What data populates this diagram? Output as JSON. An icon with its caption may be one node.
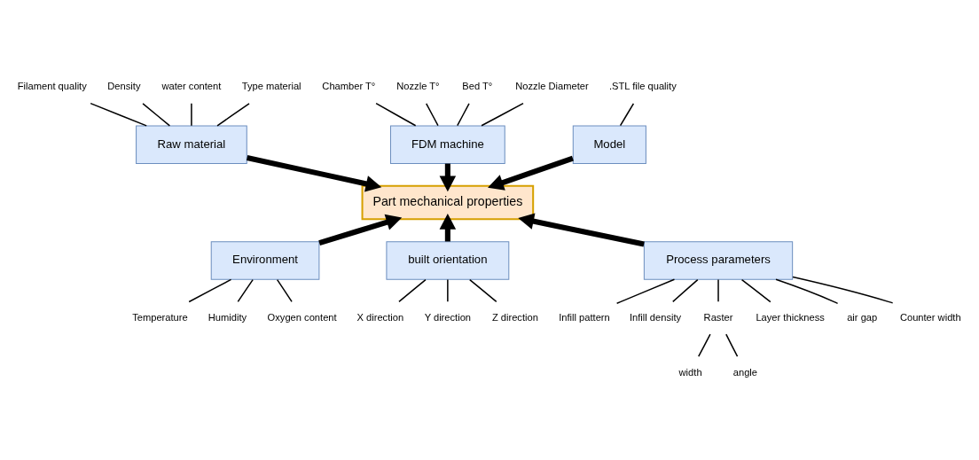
{
  "diagram": {
    "nodes": [
      {
        "text": [
          "Model"
        ]
      },
      {
        "text": [
          "Raw material"
        ]
      },
      {
        "text": [
          "FDM machine"
        ]
      },
      {
        "text": [
          "Part mechanical properties"
        ]
      },
      {
        "text": [
          "Environment"
        ]
      },
      {
        "text": [
          "built orientation"
        ]
      },
      {
        "text": [
          "Process parameters"
        ]
      },
      {
        "text": [
          ".STL file quality"
        ]
      },
      {
        "text": [
          "Filament quality"
        ]
      },
      {
        "text": [
          "Density"
        ]
      },
      {
        "text": [
          "water content"
        ]
      },
      {
        "text": [
          "Type material"
        ]
      },
      {
        "text": [
          "Chamber T°"
        ]
      },
      {
        "text": [
          "Nozzle T°"
        ]
      },
      {
        "text": [
          "Bed T°"
        ]
      },
      {
        "text": [
          "Nozzle Diameter"
        ]
      },
      {
        "text": [
          "Temperature"
        ]
      },
      {
        "text": [
          "Humidity"
        ]
      },
      {
        "text": [
          "Oxygen content"
        ]
      },
      {
        "text": [
          "X direction"
        ]
      },
      {
        "text": [
          "Y direction"
        ]
      },
      {
        "text": [
          "Z direction"
        ]
      },
      {
        "text": [
          "Infill pattern"
        ]
      },
      {
        "text": [
          "Infill density"
        ]
      },
      {
        "text": [
          "Raster"
        ]
      },
      {
        "text": [
          "width"
        ]
      },
      {
        "text": [
          "angle"
        ]
      },
      {
        "text": [
          "Layer thickness"
        ]
      },
      {
        "text": [
          "air gap"
        ]
      },
      {
        "text": [
          "Counter width"
        ]
      }
    ],
    "edges": [
      {
        "from": 0,
        "to": 3,
        "arrow": "to",
        "style": "thick"
      },
      {
        "from": 1,
        "to": 3,
        "arrow": "to",
        "style": "thick"
      },
      {
        "from": 2,
        "to": 3,
        "arrow": "to",
        "style": "thick"
      },
      {
        "from": 4,
        "to": 3,
        "arrow": "to",
        "style": "thick"
      },
      {
        "from": 5,
        "to": 3,
        "arrow": "to",
        "style": "thick"
      },
      {
        "from": 6,
        "to": 3,
        "arrow": "to",
        "style": "thick"
      },
      {
        "from": 7,
        "to": 0,
        "arrow": "none"
      },
      {
        "from": 8,
        "to": 1,
        "arrow": "none"
      },
      {
        "from": 9,
        "to": 1,
        "arrow": "none"
      },
      {
        "from": 10,
        "to": 1,
        "arrow": "none"
      },
      {
        "from": 11,
        "to": 1,
        "arrow": "none"
      },
      {
        "from": 12,
        "to": 2,
        "arrow": "none"
      },
      {
        "from": 13,
        "to": 2,
        "arrow": "none"
      },
      {
        "from": 14,
        "to": 2,
        "arrow": "none"
      },
      {
        "from": 15,
        "to": 2,
        "arrow": "none"
      },
      {
        "from": 16,
        "to": 4,
        "arrow": "none"
      },
      {
        "from": 17,
        "to": 4,
        "arrow": "none"
      },
      {
        "from": 18,
        "to": 4,
        "arrow": "none"
      },
      {
        "from": 19,
        "to": 5,
        "arrow": "none"
      },
      {
        "from": 20,
        "to": 5,
        "arrow": "none"
      },
      {
        "from": 21,
        "to": 5,
        "arrow": "none"
      },
      {
        "from": 22,
        "to": 6,
        "arrow": "none"
      },
      {
        "from": 23,
        "to": 6,
        "arrow": "none"
      },
      {
        "from": 24,
        "to": 6,
        "arrow": "none"
      },
      {
        "from": 25,
        "to": 24,
        "arrow": "none"
      },
      {
        "from": 26,
        "to": 24,
        "arrow": "none"
      },
      {
        "from": 27,
        "to": 6,
        "arrow": "none"
      },
      {
        "from": 28,
        "to": 6,
        "arrow": "none"
      },
      {
        "from": 29,
        "to": 6,
        "arrow": "none"
      }
    ]
  }
}
